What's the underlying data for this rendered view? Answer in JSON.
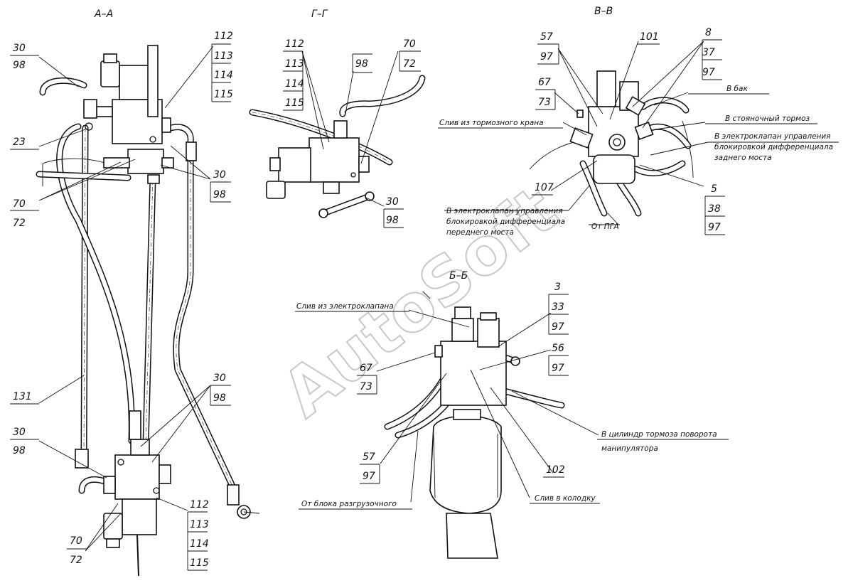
{
  "sections": {
    "aa": "А–А",
    "gg": "Г–Г",
    "vv": "В–В",
    "bb": "Б–Б"
  },
  "watermark": "AutoSoft",
  "callouts": [
    {
      "id": "aa-30-98-top",
      "top": "30",
      "bottom": "98"
    },
    {
      "id": "aa-112-115-top",
      "lines": [
        "112",
        "113",
        "114",
        "115"
      ]
    },
    {
      "id": "aa-23",
      "top": "23"
    },
    {
      "id": "aa-30-98-mid",
      "top": "30",
      "bottom": "98"
    },
    {
      "id": "aa-70-72-top",
      "top": "70",
      "bottom": "72"
    },
    {
      "id": "aa-131",
      "top": "131"
    },
    {
      "id": "aa-30-98-low",
      "top": "30",
      "bottom": "98"
    },
    {
      "id": "aa-30-98-left",
      "top": "30",
      "bottom": "98"
    },
    {
      "id": "aa-112-115-bottom",
      "lines": [
        "112",
        "113",
        "114",
        "115"
      ]
    },
    {
      "id": "aa-70-72-bottom",
      "top": "70",
      "bottom": "72"
    },
    {
      "id": "gg-112-115",
      "lines": [
        "112",
        "113",
        "114",
        "115"
      ]
    },
    {
      "id": "gg-98",
      "top": "98"
    },
    {
      "id": "gg-70-72",
      "top": "70",
      "bottom": "72"
    },
    {
      "id": "gg-30-98",
      "top": "30",
      "bottom": "98"
    },
    {
      "id": "vv-57-97",
      "top": "57",
      "bottom": "97"
    },
    {
      "id": "vv-101",
      "top": "101"
    },
    {
      "id": "vv-8-37-97",
      "lines": [
        "8",
        "37",
        "97"
      ]
    },
    {
      "id": "vv-67-73",
      "top": "67",
      "bottom": "73"
    },
    {
      "id": "vv-107",
      "top": "107"
    },
    {
      "id": "vv-5-38-97",
      "lines": [
        "5",
        "38",
        "97"
      ]
    },
    {
      "id": "bb-3-33-97",
      "lines": [
        "3",
        "33",
        "97"
      ]
    },
    {
      "id": "bb-56-97",
      "top": "56",
      "bottom": "97"
    },
    {
      "id": "bb-67-73",
      "top": "67",
      "bottom": "73"
    },
    {
      "id": "bb-57-97",
      "top": "57",
      "bottom": "97"
    },
    {
      "id": "bb-102",
      "top": "102"
    }
  ],
  "labels": {
    "v_bak": "В бак",
    "sliv_tormoz_kran": "Слив из тормозного крана",
    "v_stoyanochny": "В стояночный тормоз",
    "v_elektroklapan_zad_1": "В электроклапан управления",
    "v_elektroklapan_zad_2": "блокировкой дифференциала",
    "v_elektroklapan_zad_3": "заднего моста",
    "v_elektroklapan_per_1": "В электроклапан управления",
    "v_elektroklapan_per_2": "блокировкой дифференциала",
    "v_elektroklapan_per_3": "переднего моста",
    "ot_pga": "От ПГА",
    "sliv_elektroklapan": "Слив из электроклапана",
    "v_cilindr_1": "В цилиндр тормоза поворота",
    "v_cilindr_2": "манипулятора",
    "sliv_kolodku": "Слив в колодку",
    "ot_bloka": "От блока разгрузочного"
  }
}
